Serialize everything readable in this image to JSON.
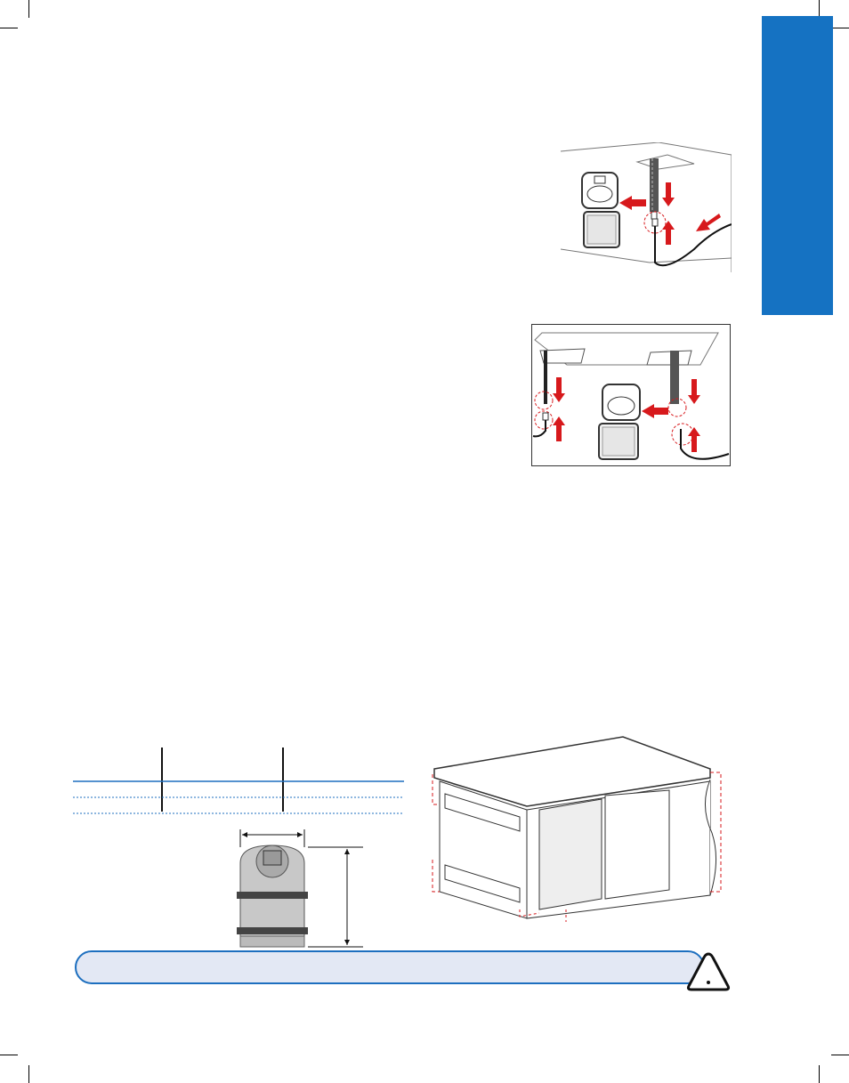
{
  "page": {
    "side_tab": {
      "color": "#1572c2",
      "label": ""
    },
    "figures": [
      {
        "name": "tank-connection-single",
        "icon": "propane-tank-connection-diagram"
      },
      {
        "name": "tank-connection-double",
        "icon": "propane-tank-connection-diagram"
      },
      {
        "name": "propane-cylinder-dimensions",
        "icon": "propane-cylinder-icon"
      },
      {
        "name": "tank-enclosure-cabinet",
        "icon": "cabinet-enclosure-diagram"
      }
    ],
    "dimension_table": {
      "headers": [],
      "rows": []
    },
    "warning_note": {
      "text": "",
      "icon": "warning-triangle-icon",
      "border_color": "#1d6fbf",
      "fill_color": "#e3e8f4"
    },
    "accent_red": "#d7191c"
  }
}
